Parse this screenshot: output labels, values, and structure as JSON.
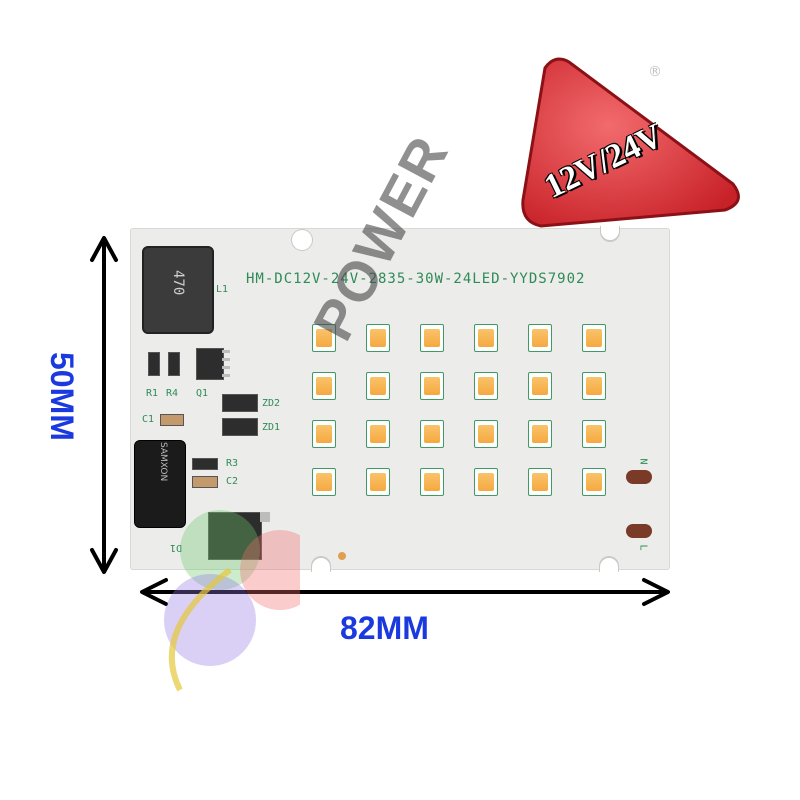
{
  "board": {
    "silkscreen_title": "HM-DC12V-24V-2835-30W-24LED-YYDS7902",
    "inductor_marking": "470",
    "capacitor_marking": "SAMXON",
    "labels": {
      "L1": "L1",
      "R1": "R1",
      "R4": "R4",
      "Q1": "Q1",
      "C1": "C1",
      "ZD2": "ZD2",
      "ZD1": "ZD1",
      "R3": "R3",
      "C2": "C2",
      "D1": "D1",
      "N": "N",
      "L": "L"
    },
    "led_grid": {
      "rows": 4,
      "cols": 6,
      "led_color": "#f6b24f"
    }
  },
  "dimensions": {
    "width_label": "82MM",
    "height_label": "50MM",
    "arrow_color": "#000000",
    "text_color": "#1a3adf"
  },
  "badge": {
    "text": "12V/24V",
    "registered_mark": "®",
    "color": "#e03a3e"
  },
  "watermark": {
    "text": "POWER"
  }
}
